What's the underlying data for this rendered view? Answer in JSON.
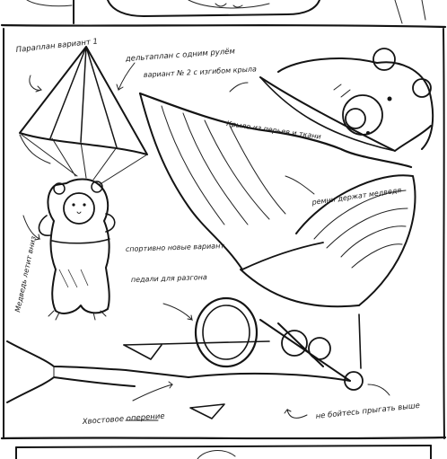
{
  "labels": {
    "parachute": "Параплан вариант 1",
    "glider_type": "дельтаплан с одним рулём",
    "glider_detail": "вариант № 2 с изгибом крыла",
    "wing_note": "Крыло из перьев и ткани",
    "harness": "ремни держат медведя",
    "left_side": "Медведь летит вниз",
    "sportiono": "спортивно новые вариант",
    "pedal_note": "педали для разгона",
    "bottom_left": "Хвостовое оперение",
    "bottom_right": "не бойтесь прыгать выше"
  },
  "icons": {
    "bear_face": "bear-face-icon",
    "parachute": "parachute-icon",
    "wheel": "wheel-icon"
  },
  "colors": {
    "ink": "#141414",
    "paper": "#ffffff"
  }
}
